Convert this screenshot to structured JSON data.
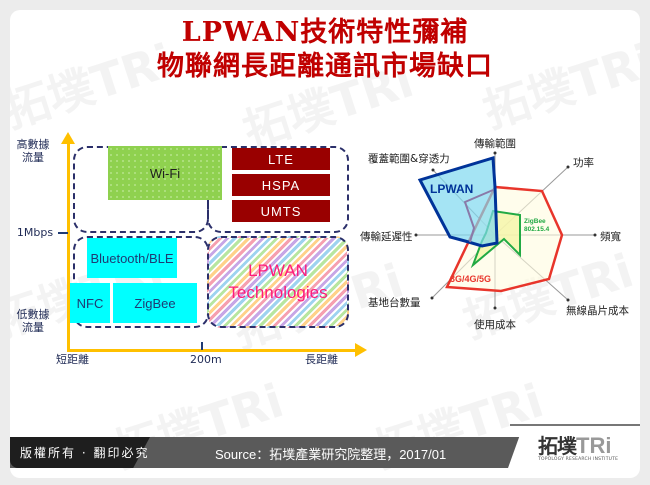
{
  "title": {
    "line1": "LPWAN技術特性彌補",
    "line2": "物聯網長距離通訊市場缺口"
  },
  "diagram": {
    "y_axis": {
      "high": "高數據流量",
      "high_l1": "高數據",
      "high_l2": "流量",
      "mid": "1Mbps",
      "low_l1": "低數據",
      "low_l2": "流量"
    },
    "x_axis": {
      "short": "短距離",
      "mid": "200m",
      "long": "長距離"
    },
    "technologies": {
      "wifi": "Wi-Fi",
      "lte": "LTE",
      "hspa": "HSPA",
      "umts": "UMTS",
      "bluetooth": "Bluetooth/BLE",
      "nfc": "NFC",
      "zigbee": "ZigBee",
      "lpwan_l1": "LPWAN",
      "lpwan_l2": "Technologies"
    },
    "colors": {
      "wifi": "#8fd14f",
      "cellular": "#990000",
      "short_range": "#00ffff",
      "lpwan_text": "#ff1a7a",
      "axis": "#ffc000"
    }
  },
  "radar": {
    "axes": [
      "傳輸範圍",
      "功率",
      "頻寬",
      "無線晶片成本",
      "使用成本",
      "基地台數量",
      "傳輸延遲性",
      "覆蓋範圍&穿透力"
    ],
    "series": [
      {
        "name": "LPWAN",
        "color": "#003399",
        "fill": "#7fd8f0"
      },
      {
        "name": "ZigBee 802.15.4",
        "line1": "ZigBee",
        "line2": "802.15.4",
        "color": "#22aa44",
        "fill": "#f7f7b0"
      },
      {
        "name": "3G/4G/5G",
        "color": "#e8352b"
      }
    ]
  },
  "footer": {
    "copyright": "版權所有 · 翻印必究",
    "source": "Source：拓墣產業研究院整理，2017/01",
    "logo_cn": "拓墣",
    "logo_tri": "TRi",
    "logo_sub": "TOPOLOGY RESEARCH INSTITUTE"
  }
}
